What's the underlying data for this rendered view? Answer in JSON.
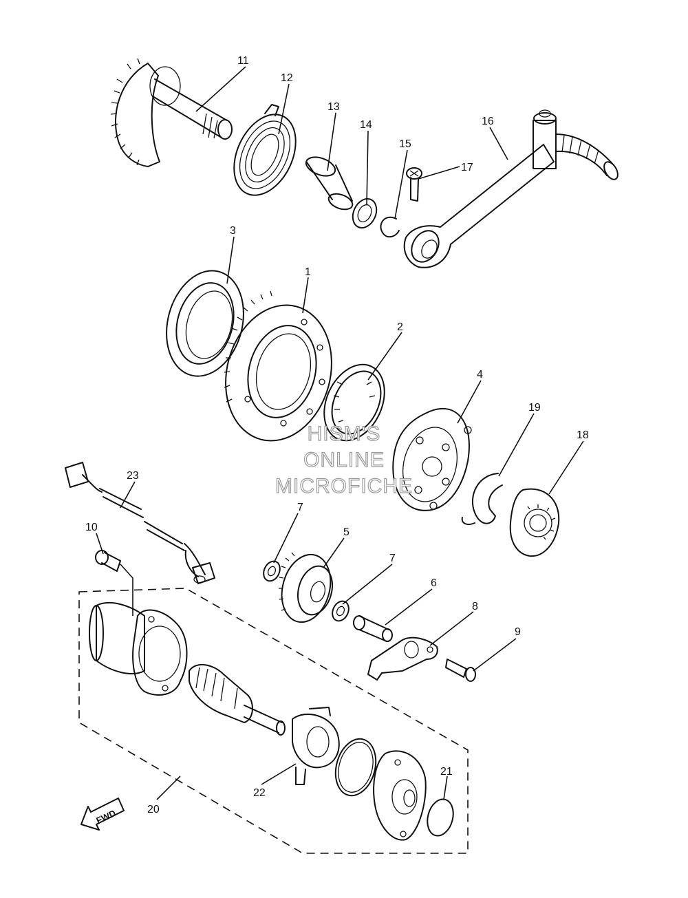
{
  "callouts": [
    {
      "id": "c11",
      "text": "11"
    },
    {
      "id": "c12",
      "text": "12"
    },
    {
      "id": "c13",
      "text": "13"
    },
    {
      "id": "c14",
      "text": "14"
    },
    {
      "id": "c15",
      "text": "15"
    },
    {
      "id": "c16",
      "text": "16"
    },
    {
      "id": "c17",
      "text": "17"
    },
    {
      "id": "c3",
      "text": "3"
    },
    {
      "id": "c1",
      "text": "1"
    },
    {
      "id": "c2",
      "text": "2"
    },
    {
      "id": "c4",
      "text": "4"
    },
    {
      "id": "c19",
      "text": "19"
    },
    {
      "id": "c18",
      "text": "18"
    },
    {
      "id": "c23",
      "text": "23"
    },
    {
      "id": "c10",
      "text": "10"
    },
    {
      "id": "c7a",
      "text": "7"
    },
    {
      "id": "c5",
      "text": "5"
    },
    {
      "id": "c7b",
      "text": "7"
    },
    {
      "id": "c6",
      "text": "6"
    },
    {
      "id": "c8",
      "text": "8"
    },
    {
      "id": "c9",
      "text": "9"
    },
    {
      "id": "c21",
      "text": "21"
    },
    {
      "id": "c22",
      "text": "22"
    },
    {
      "id": "c20",
      "text": "20"
    }
  ],
  "watermark": {
    "line1": "HISM'S",
    "line2": "ONLINE",
    "line3": "MICROFICHE"
  },
  "fwd_label": "FWD"
}
